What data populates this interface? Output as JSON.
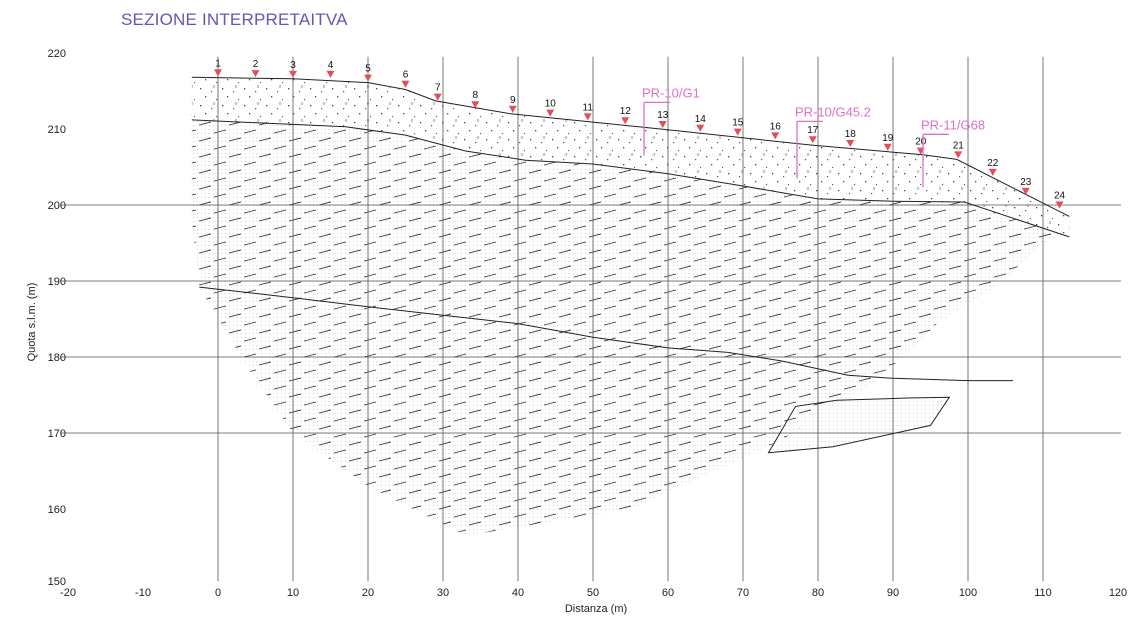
{
  "title": "SEZIONE INTERPRETAITVA",
  "xlabel": "Distanza (m)",
  "ylabel": "Quota s.l.m. (m)",
  "xticks": [
    -20,
    -10,
    0,
    10,
    20,
    30,
    40,
    50,
    60,
    70,
    80,
    90,
    100,
    110,
    120
  ],
  "yticks": [
    220,
    210,
    200,
    190,
    180,
    170,
    160,
    150
  ],
  "xlim": [
    -20,
    120
  ],
  "ylim": [
    150,
    220
  ],
  "colors": {
    "title": "#6a52b8",
    "marker": "#e0505a",
    "boreholes": "#e070c8",
    "lines": "#222222",
    "grid": "#555555"
  },
  "stations": [
    {
      "label": "1",
      "x": 0,
      "z": 216.8
    },
    {
      "label": "2",
      "x": 5,
      "z": 216.7
    },
    {
      "label": "3",
      "x": 10,
      "z": 216.6
    },
    {
      "label": "4",
      "x": 15,
      "z": 216.6
    },
    {
      "label": "5",
      "x": 20,
      "z": 216.1
    },
    {
      "label": "6",
      "x": 25,
      "z": 215.3
    },
    {
      "label": "7",
      "x": 29.3,
      "z": 213.6
    },
    {
      "label": "8",
      "x": 34.3,
      "z": 212.6
    },
    {
      "label": "9",
      "x": 39.3,
      "z": 212.0
    },
    {
      "label": "10",
      "x": 44.3,
      "z": 211.5
    },
    {
      "label": "11",
      "x": 49.3,
      "z": 211.0
    },
    {
      "label": "12",
      "x": 54.3,
      "z": 210.5
    },
    {
      "label": "13",
      "x": 59.3,
      "z": 210.0
    },
    {
      "label": "14",
      "x": 64.3,
      "z": 209.5
    },
    {
      "label": "15",
      "x": 69.3,
      "z": 209.0
    },
    {
      "label": "16",
      "x": 74.3,
      "z": 208.5
    },
    {
      "label": "17",
      "x": 79.3,
      "z": 208.0
    },
    {
      "label": "18",
      "x": 84.3,
      "z": 207.5
    },
    {
      "label": "19",
      "x": 89.3,
      "z": 207.0
    },
    {
      "label": "20",
      "x": 93.7,
      "z": 206.5
    },
    {
      "label": "21",
      "x": 98.7,
      "z": 206.0
    },
    {
      "label": "22",
      "x": 103.3,
      "z": 203.7
    },
    {
      "label": "23",
      "x": 107.7,
      "z": 201.2
    },
    {
      "label": "24",
      "x": 112.2,
      "z": 199.4
    }
  ],
  "boreholes": [
    {
      "label": "PR-10/G1",
      "x": 56.8,
      "top": 213.5,
      "bottom": 206.5
    },
    {
      "label": "PR-10/G45.2",
      "x": 77.2,
      "top": 211.0,
      "bottom": 203.5
    },
    {
      "label": "PR-11/G68",
      "x": 94.0,
      "top": 209.3,
      "bottom": 202.3
    }
  ],
  "topography": [
    [
      -3.5,
      216.8
    ],
    [
      10,
      216.6
    ],
    [
      20,
      216.1
    ],
    [
      25,
      215.2
    ],
    [
      29,
      213.7
    ],
    [
      39,
      212.0
    ],
    [
      59,
      210.0
    ],
    [
      79,
      207.9
    ],
    [
      94,
      206.6
    ],
    [
      98.5,
      206.0
    ],
    [
      113.5,
      198.5
    ]
  ],
  "boundary_1": [
    [
      -3.5,
      211.2
    ],
    [
      10,
      210.6
    ],
    [
      17,
      210.3
    ],
    [
      25,
      209.2
    ],
    [
      33,
      207.1
    ],
    [
      41,
      205.9
    ],
    [
      50,
      205.4
    ],
    [
      60,
      204.1
    ],
    [
      70,
      202.5
    ],
    [
      80,
      200.8
    ],
    [
      90,
      200.5
    ],
    [
      99.5,
      200.4
    ],
    [
      113.5,
      195.8
    ]
  ],
  "boundary_2": [
    [
      -2.5,
      189.2
    ],
    [
      10,
      187.8
    ],
    [
      20,
      186.6
    ],
    [
      30,
      185.5
    ],
    [
      40,
      184.4
    ],
    [
      50,
      182.6
    ],
    [
      60,
      181.2
    ],
    [
      68,
      180.6
    ],
    [
      75,
      179.5
    ],
    [
      84,
      177.6
    ],
    [
      90,
      177.2
    ],
    [
      100,
      176.9
    ],
    [
      106,
      176.9
    ]
  ],
  "lens": [
    [
      73.4,
      167.4
    ],
    [
      82,
      168.2
    ],
    [
      95,
      171.0
    ],
    [
      97.5,
      174.7
    ],
    [
      92,
      174.6
    ],
    [
      82.5,
      174.3
    ],
    [
      77,
      173.5
    ]
  ],
  "deposit_outline": [
    [
      -3.5,
      217
    ],
    [
      113.5,
      198.5
    ],
    [
      113.5,
      196.5
    ],
    [
      110,
      195
    ],
    [
      104,
      189.5
    ],
    [
      96,
      184.5
    ],
    [
      88,
      177
    ],
    [
      75,
      169
    ],
    [
      55,
      160
    ],
    [
      33,
      156.5
    ],
    [
      20,
      163
    ],
    [
      10,
      170
    ],
    [
      4,
      178.5
    ],
    [
      -2.5,
      189.2
    ],
    [
      -3.5,
      198
    ]
  ]
}
